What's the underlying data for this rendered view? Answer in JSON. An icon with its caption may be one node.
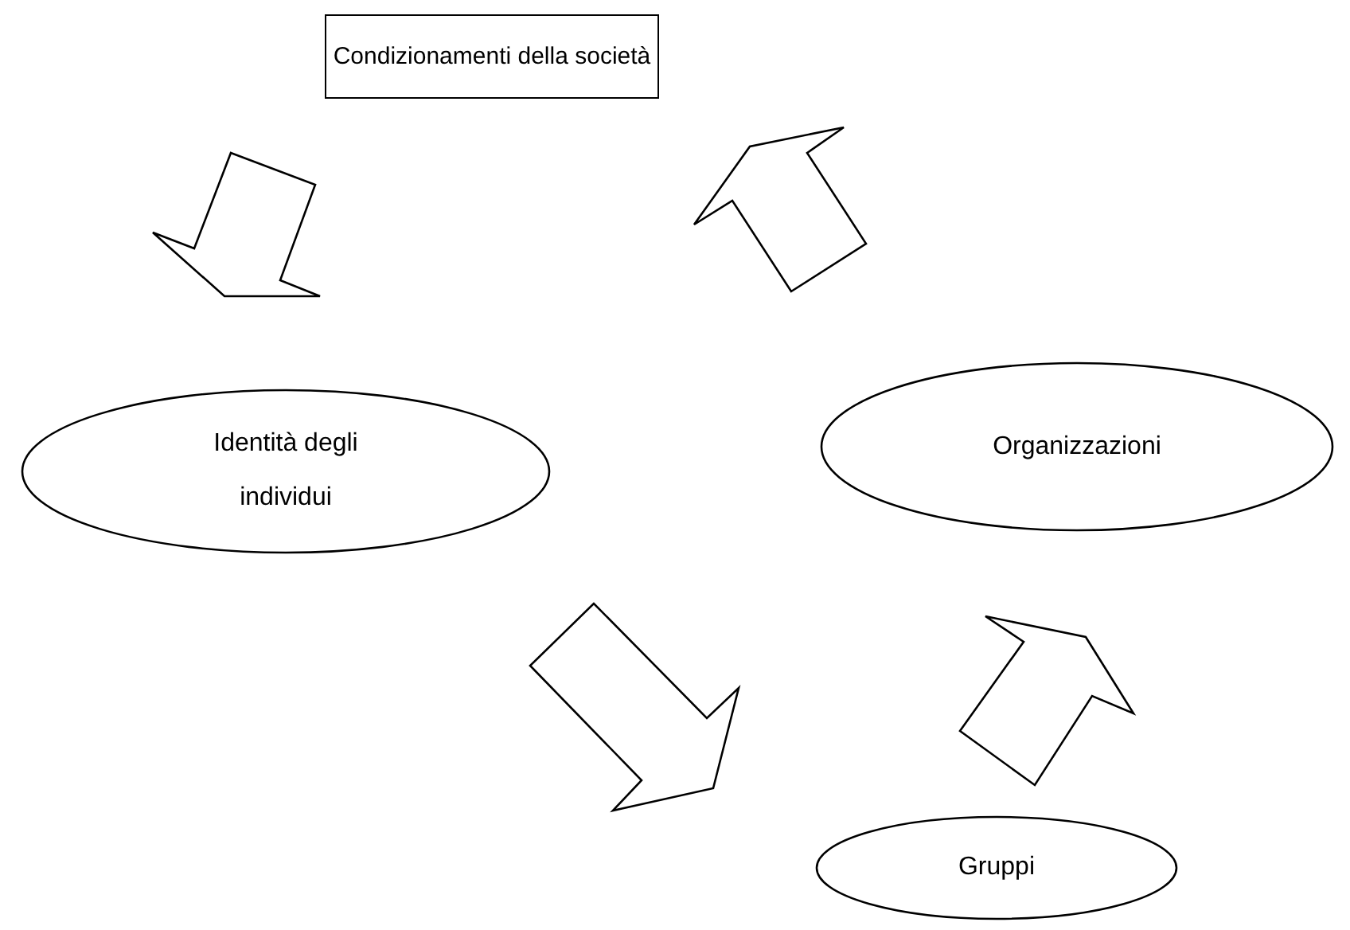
{
  "diagram": {
    "nodes": [
      {
        "text": [
          "Condizionamenti della società"
        ]
      },
      {
        "text": [
          "Identità degli individui"
        ]
      },
      {
        "text": [
          "Organizzazioni"
        ]
      },
      {
        "text": [
          "Gruppi"
        ]
      }
    ],
    "edges": [
      {
        "from": 0,
        "to": 1,
        "arrow": "to"
      },
      {
        "from": 1,
        "to": 3,
        "arrow": "to"
      },
      {
        "from": 3,
        "to": 2,
        "arrow": "to"
      },
      {
        "from": 2,
        "to": 0,
        "arrow": "to"
      }
    ]
  }
}
